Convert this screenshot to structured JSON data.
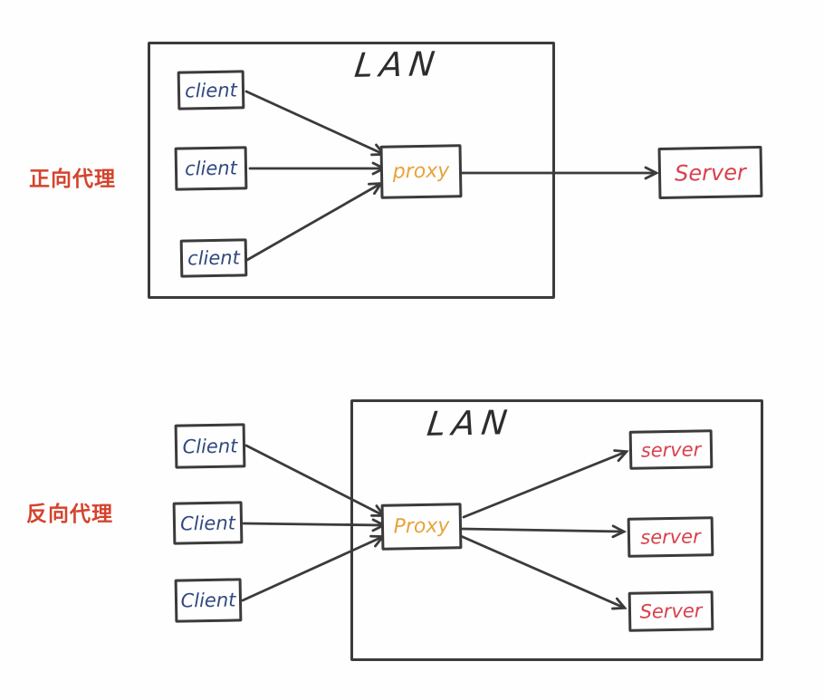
{
  "colors": {
    "section_label_red": "#d5432d",
    "client_text_blue": "#31497f",
    "proxy_text_orange": "#e8a33c",
    "server_text_red": "#d8414d",
    "stroke_dark": "#3b3b3b",
    "background": "#fefefe"
  },
  "forward_proxy": {
    "section_label": "正向代理",
    "lan_label": "LAN",
    "clients": [
      "client",
      "client",
      "client"
    ],
    "proxy": "proxy",
    "server": "Server"
  },
  "reverse_proxy": {
    "section_label": "反向代理",
    "lan_label": "LAN",
    "clients": [
      "Client",
      "Client",
      "Client"
    ],
    "proxy": "Proxy",
    "servers": [
      "server",
      "server",
      "Server"
    ]
  }
}
